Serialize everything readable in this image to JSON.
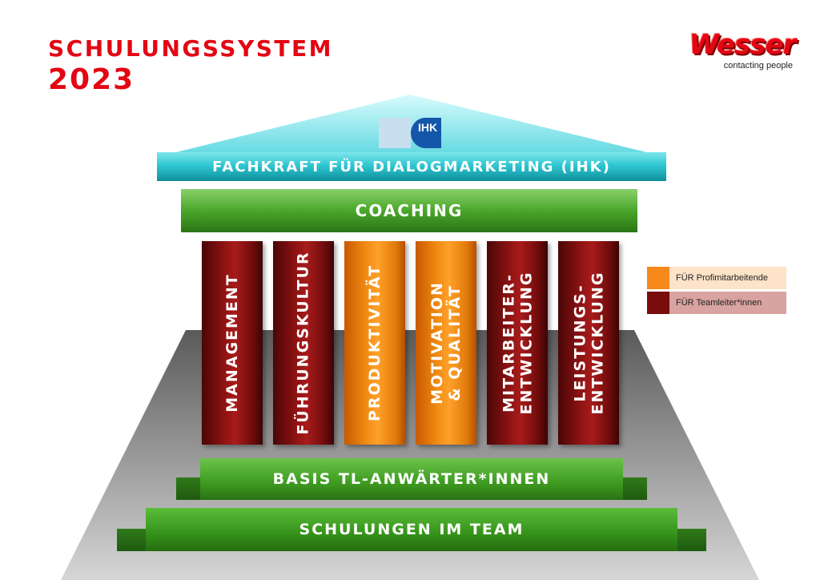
{
  "title": {
    "line1": "SCHULUNGSSYSTEM",
    "line2": "2023"
  },
  "logo": {
    "wordmark": "Wesser",
    "tagline": "contacting people"
  },
  "roof": {
    "badge_text": "IHK",
    "band_label": "FACHKRAFT FÜR DIALOGMARKETING (IHK)"
  },
  "coaching": {
    "label": "COACHING"
  },
  "pillars": [
    {
      "lines": [
        "MANAGEMENT"
      ],
      "category": "teamleiter"
    },
    {
      "lines": [
        "FÜHRUNGSKULTUR"
      ],
      "category": "teamleiter"
    },
    {
      "lines": [
        "PRODUKTIVITÄT"
      ],
      "category": "profi"
    },
    {
      "lines": [
        "MOTIVATION",
        "& QUALITÄT"
      ],
      "category": "profi"
    },
    {
      "lines": [
        "MITARBEITER-",
        "ENTWICKLUNG"
      ],
      "category": "teamleiter"
    },
    {
      "lines": [
        "LEISTUNGS-",
        "ENTWICKLUNG"
      ],
      "category": "teamleiter"
    }
  ],
  "steps": {
    "upper": "BASIS TL-ANWÄRTER*INNEN",
    "bottom": "SCHULUNGEN IM TEAM"
  },
  "legend": [
    {
      "label": "FÜR Profimitarbeitende",
      "swatch_color": "#f7881a",
      "label_bg": "#fde3c8"
    },
    {
      "label": "FÜR Teamleiter*innen",
      "swatch_color": "#7a0c0c",
      "label_bg": "#d8a3a0"
    }
  ],
  "colors": {
    "title_red": "#e30613",
    "pillar_red": "#8a1212",
    "pillar_orange": "#f08a12",
    "roof_teal": "#2fc7d2",
    "green": "#4aa72a"
  }
}
